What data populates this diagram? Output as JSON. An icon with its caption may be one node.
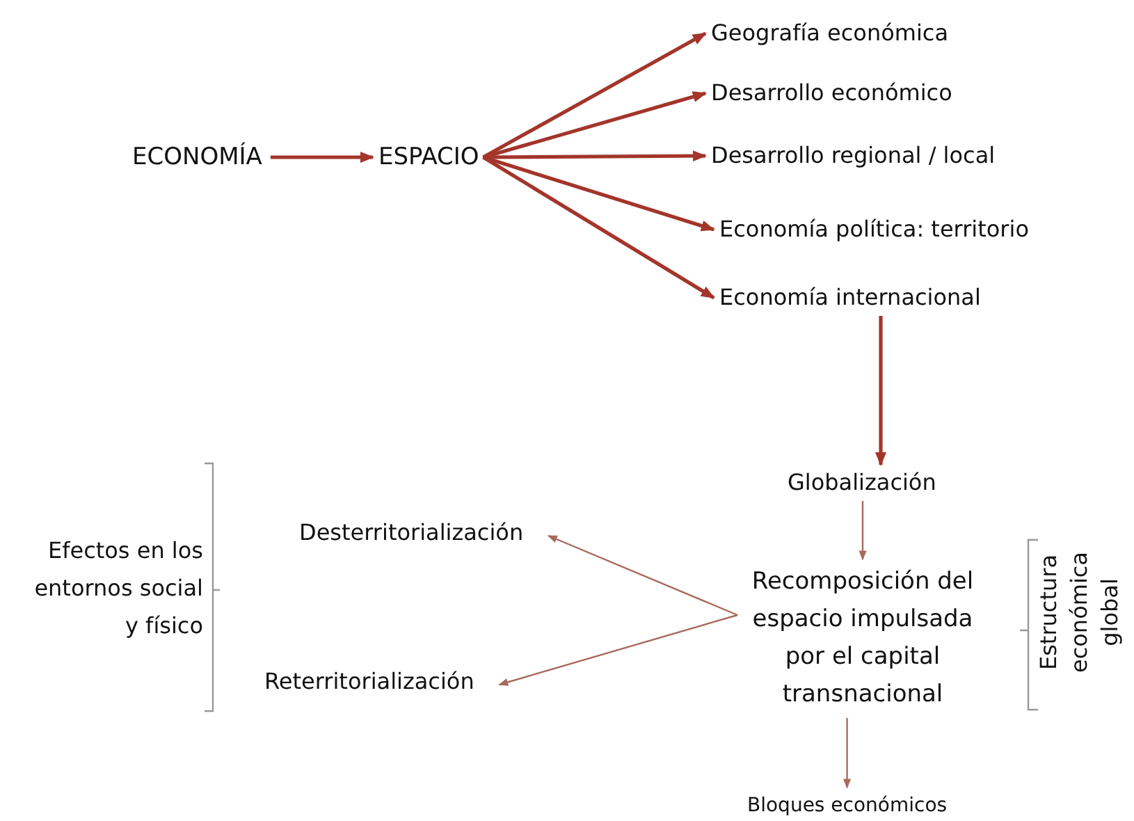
{
  "diagram": {
    "nodes": [
      {
        "text": [
          "ECONOMÍA"
        ]
      },
      {
        "text": [
          "ESPACIO"
        ]
      },
      {
        "text": [
          "Geografía económica"
        ]
      },
      {
        "text": [
          "Desarrollo económico"
        ]
      },
      {
        "text": [
          "Desarrollo regional / local"
        ]
      },
      {
        "text": [
          "Economía política: territorio"
        ]
      },
      {
        "text": [
          "Economía internacional"
        ]
      },
      {
        "text": [
          "Globalización"
        ]
      },
      {
        "text": [
          "Recomposición del espacio impulsada por el capital transnacional"
        ]
      },
      {
        "text": [
          "Desterritorialización"
        ]
      },
      {
        "text": [
          "Reterritorialización"
        ]
      },
      {
        "text": [
          "Bloques económicos"
        ]
      }
    ],
    "edges": [
      {
        "from": 0,
        "to": 1,
        "arrow": "to"
      },
      {
        "from": 1,
        "to": 2,
        "arrow": "to"
      },
      {
        "from": 1,
        "to": 3,
        "arrow": "to"
      },
      {
        "from": 1,
        "to": 4,
        "arrow": "to"
      },
      {
        "from": 1,
        "to": 5,
        "arrow": "to"
      },
      {
        "from": 1,
        "to": 6,
        "arrow": "to"
      },
      {
        "from": 6,
        "to": 7,
        "arrow": "to"
      },
      {
        "from": 7,
        "to": 8,
        "arrow": "to",
        "color": "#a86a5c"
      },
      {
        "from": 8,
        "to": 9,
        "arrow": "to",
        "color": "#a86a5c"
      },
      {
        "from": 8,
        "to": 10,
        "arrow": "to",
        "color": "#a86a5c"
      },
      {
        "from": 8,
        "to": 11,
        "arrow": "to",
        "color": "#a86a5c"
      }
    ],
    "labels": [
      "Efectos en los entornos social y físico",
      "Estructura económica global"
    ]
  }
}
